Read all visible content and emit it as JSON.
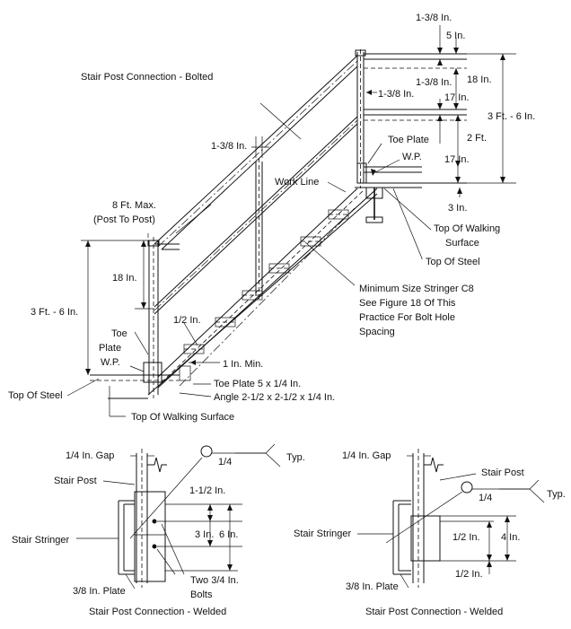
{
  "labels": {
    "title_bolted": "Stair Post Connection - Bolted",
    "dim_1_3_8_top": "1-3/8 In.",
    "dim_5in": "5 In.",
    "dim_18in_right": "18 In.",
    "dim_1_3_8_mid": "1-3/8 In.",
    "dim_1_3_8_side": "1-3/8 In.",
    "dim_17in_upper": "17 In.",
    "dim_3ft6_right": "3 Ft. - 6 In.",
    "toe_plate_right": "Toe Plate",
    "dim_2ft": "2 Ft.",
    "wp_right": "W.P.",
    "dim_17in_lower": "17 In.",
    "dim_1_3_8_left": "1-3/8 In.",
    "work_line": "Work Line",
    "dim_3in": "3 In.",
    "max_8ft": "8 Ft. Max.",
    "post_to_post": "(Post To Post)",
    "top_walking_right_1": "Top Of Walking",
    "top_walking_right_2": "Surface",
    "top_steel_right": "Top Of Steel",
    "dim_18in_left": "18 In.",
    "stringer_1": "Minimum Size Stringer C8",
    "stringer_2": "See Figure 18 Of This",
    "stringer_3": "Practice For Bolt Hole",
    "stringer_4": "Spacing",
    "dim_3ft6_left": "3 Ft. - 6 In.",
    "dim_half_in": "1/2 In.",
    "toe_left_1": "Toe",
    "toe_left_2": "Plate",
    "wp_left": "W.P.",
    "one_in_min": "1 In. Min.",
    "top_steel_left": "Top Of Steel",
    "toe_plate_spec": "Toe Plate 5 x 1/4 In.",
    "angle_spec": "Angle 2-1/2 x 2-1/2 x 1/4 In.",
    "top_walking_bottom": "Top Of Walking Surface",
    "gap_left": "1/4 In. Gap",
    "weld_quarter_left": "1/4",
    "typ_left": "Typ.",
    "stair_post_left": "Stair Post",
    "dim_1_1_2": "1-1/2 In.",
    "stair_stringer_left": "Stair Stringer",
    "dim_3in_detail": "3 In.",
    "dim_6in": "6 In.",
    "two_bolts_1": "Two 3/4 In.",
    "two_bolts_2": "Bolts",
    "plate_left": "3/8 In. Plate",
    "caption_left": "Stair Post Connection - Welded",
    "gap_right": "1/4 In. Gap",
    "stair_post_right": "Stair Post",
    "weld_quarter_right": "1/4",
    "typ_right": "Typ.",
    "stair_stringer_right": "Stair Stringer",
    "dim_half_a": "1/2 In.",
    "dim_4in": "4 In.",
    "dim_half_b": "1/2 In.",
    "plate_right": "3/8 In. Plate",
    "caption_right": "Stair Post Connection - Welded"
  }
}
